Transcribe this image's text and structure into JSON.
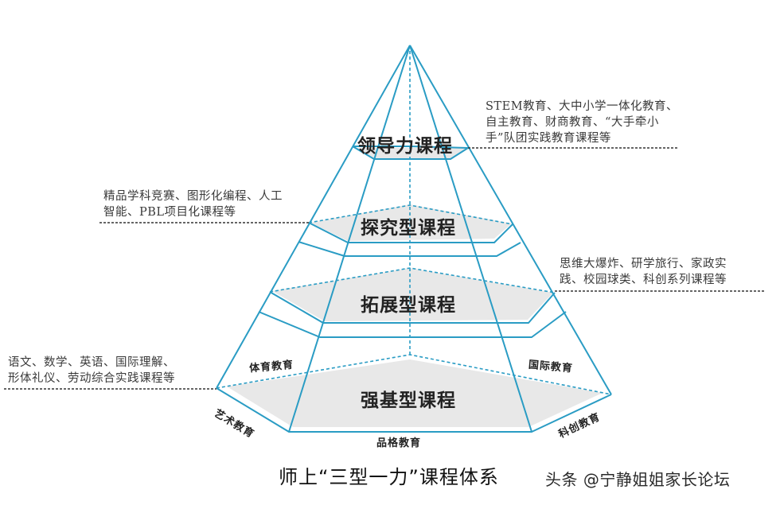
{
  "title": "师上“三型一力”课程体系",
  "watermark": "头条 @宁静姐姐家长论坛",
  "colors": {
    "edge": "#2a9cc4",
    "band_fill": "#e8e8e8",
    "leader_dotted": "#333333",
    "text": "#222222"
  },
  "levels": [
    {
      "name": "领导力课程",
      "description": [
        "STEM教育、大中小学一体化教育、",
        "自主教育、财商教育、“大手牵小",
        "手”队团实践教育课程等"
      ]
    },
    {
      "name": "探究型课程",
      "description": [
        "精品学科竞赛、图形化编程、人工",
        "智能、PBL项目化课程等"
      ]
    },
    {
      "name": "拓展型课程",
      "description": [
        "思维大爆炸、研学旅行、家政实",
        "践、校园球类、科创系列课程等"
      ]
    },
    {
      "name": "强基型课程",
      "description": [
        "语文、数学、英语、国际理解、",
        "形体礼仪、劳动综合实践课程等"
      ]
    }
  ],
  "faces": {
    "back_left": "体育教育",
    "back_right": "国际教育",
    "front_left": "艺术教育",
    "front": "品格教育",
    "front_right": "科创教育"
  }
}
